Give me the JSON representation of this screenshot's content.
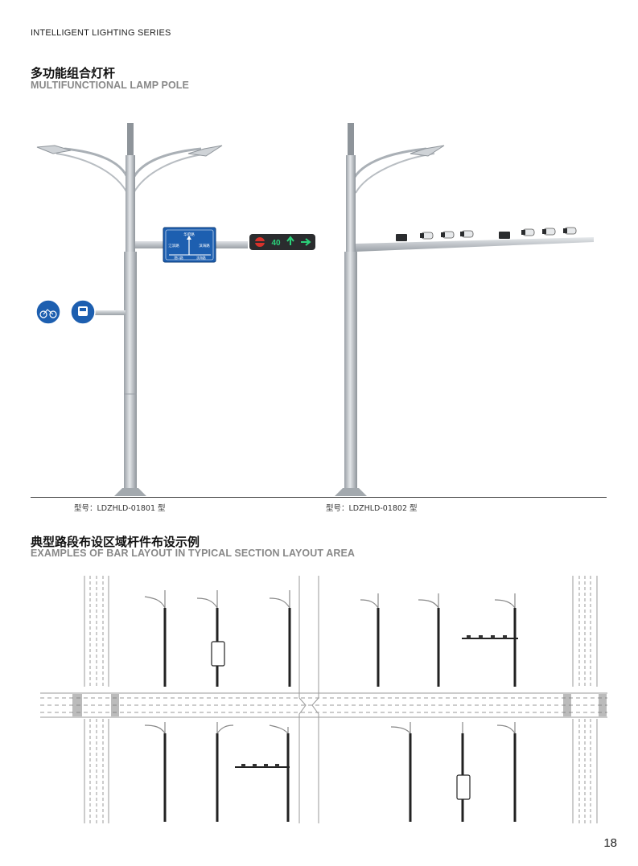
{
  "header": {
    "series": "INTELLIGENT LIGHTING SERIES"
  },
  "section1": {
    "title_cn": "多功能组合灯杆",
    "title_en": "MULTIFUNCTIONAL LAMP POLE"
  },
  "models": [
    {
      "caption": "型号：LDZHLD-01801 型"
    },
    {
      "caption": "型号：LDZHLD-01802 型"
    }
  ],
  "section2": {
    "title_cn": "典型路段布设区域杆件布设示例",
    "title_en": "EXAMPLES OF BAR LAYOUT IN TYPICAL SECTION LAYOUT AREA"
  },
  "road_sign": {
    "top": "华府路",
    "left": "江滨路",
    "right": "滨海路",
    "bottom_left": "港口路",
    "bottom_right": "滨海路"
  },
  "signal": {
    "countdown": "40"
  },
  "colors": {
    "sign_blue": "#1d5fb0",
    "pole_gray": "#b9bec4",
    "signal_green": "#2bd27a",
    "signal_red": "#d8322b"
  },
  "page": {
    "number": "18"
  }
}
